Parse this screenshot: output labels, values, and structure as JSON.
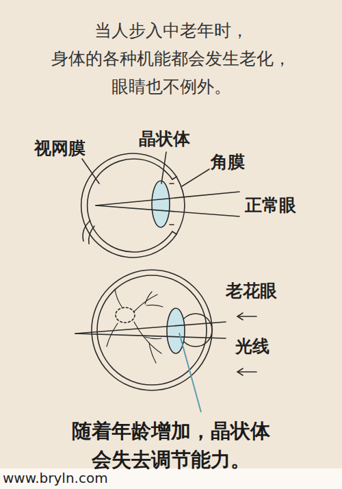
{
  "diagram": {
    "title": "当人步入中老年时， 身体的各种机能都会发生老化， 眼睛也不例外。",
    "caption": "随着年龄增加，晶状体 会失去调节能力。",
    "labels": [
      "视网膜",
      "晶状体",
      "角膜",
      "正常眼",
      "老花眼",
      "光线",
      "www.bryln.com"
    ]
  }
}
